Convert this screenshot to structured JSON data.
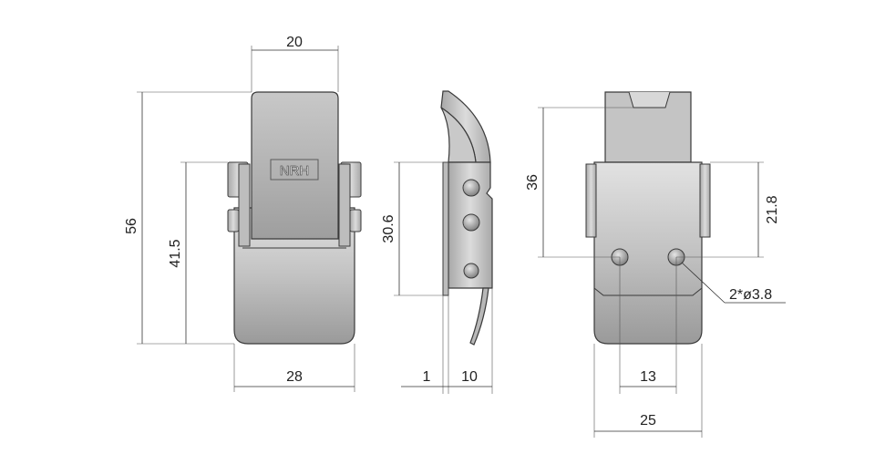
{
  "logo_text": "NRH",
  "colors": {
    "metal_light": "#d4d4d4",
    "metal_mid": "#b4b4b4",
    "metal_dark": "#8e8e8e",
    "outline": "#3a3a3a",
    "dim_line": "#333333"
  },
  "dimensions": {
    "front_top_width": "20",
    "front_height_total": "56",
    "front_height_inner": "41.5",
    "front_bottom_width": "28",
    "side_height": "30.6",
    "side_plate_thickness": "1",
    "side_width": "10",
    "back_height": "36",
    "back_height_right": "21.8",
    "back_hole_spec": "2*ø3.8",
    "back_hole_spacing": "13",
    "back_width": "25"
  }
}
